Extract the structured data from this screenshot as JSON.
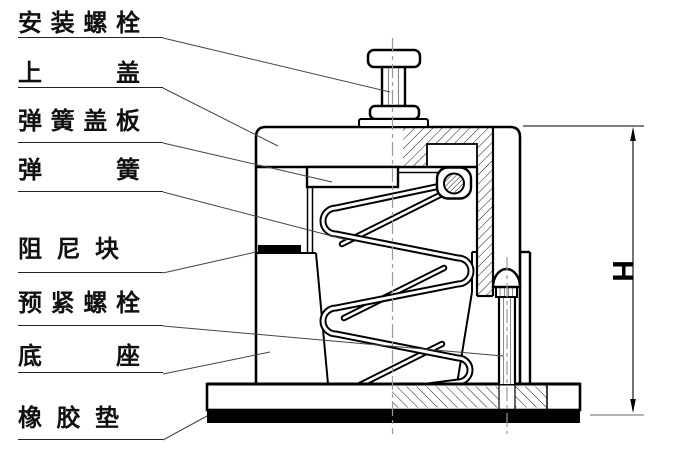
{
  "diagram": {
    "type": "engineering-section-view",
    "labels": [
      {
        "id": "mounting-bolt",
        "text": "安装螺栓"
      },
      {
        "id": "top-cover",
        "text": "上盖"
      },
      {
        "id": "spring-cover-plate",
        "text": "弹簧盖板"
      },
      {
        "id": "spring",
        "text": "弹簧"
      },
      {
        "id": "damping-block",
        "text": "阻尼块"
      },
      {
        "id": "pretension-bolt",
        "text": "预紧螺栓"
      },
      {
        "id": "base",
        "text": "底座"
      },
      {
        "id": "rubber-pad",
        "text": "橡胶垫"
      }
    ],
    "dimension": {
      "label": "H"
    },
    "colors": {
      "line": "#000000",
      "background": "#ffffff",
      "centerline": "#9a9a9a",
      "leader": "#444444",
      "fill_solid": "#000000"
    }
  }
}
